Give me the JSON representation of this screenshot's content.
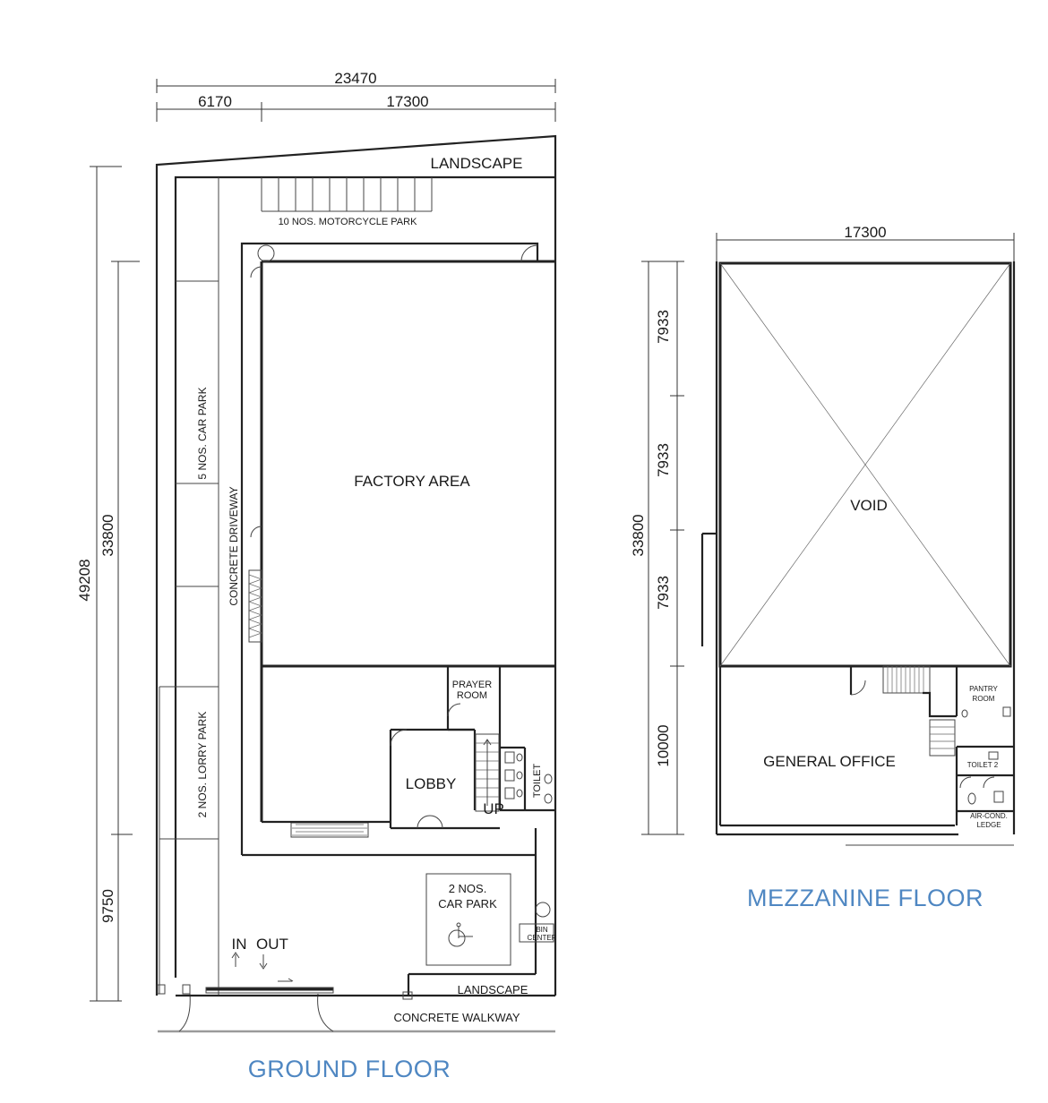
{
  "ground_floor": {
    "title": "GROUND FLOOR",
    "dims": {
      "overall_width": "23470",
      "left_width": "6170",
      "right_width": "17300",
      "overall_depth": "49208",
      "building_depth": "33800",
      "front_depth": "9750"
    },
    "rooms": {
      "landscape_top": "LANDSCAPE",
      "motorcycle_park": "10 NOS. MOTORCYCLE PARK",
      "car_park_5": "5 NOS. CAR PARK",
      "concrete_driveway": "CONCRETE DRIVEWAY",
      "factory_area": "FACTORY AREA",
      "lorry_park": "2 NOS. LORRY PARK",
      "prayer_room_1": "PRAYER",
      "prayer_room_2": "ROOM",
      "lobby": "LOBBY",
      "toilet": "TOILET",
      "up": "UP",
      "car_park_2_line1": "2 NOS.",
      "car_park_2_line2": "CAR PARK",
      "bin_center_1": "BIN",
      "bin_center_2": "CENTER",
      "in": "IN",
      "out": "OUT",
      "landscape_bottom": "LANDSCAPE",
      "concrete_walkway": "CONCRETE WALKWAY"
    }
  },
  "mezzanine_floor": {
    "title": "MEZZANINE FLOOR",
    "dims": {
      "width": "17300",
      "depth": "33800",
      "bay_1": "7933",
      "bay_2": "7933",
      "bay_3": "7933",
      "office_depth": "10000"
    },
    "rooms": {
      "void": "VOID",
      "general_office": "GENERAL OFFICE",
      "pantry_1": "PANTRY",
      "pantry_2": "ROOM",
      "toilet_2": "TOILET 2",
      "aircond_1": "AIR-COND.",
      "aircond_2": "LEDGE"
    }
  },
  "colors": {
    "title": "#4f87c2",
    "lines": "#222222"
  }
}
